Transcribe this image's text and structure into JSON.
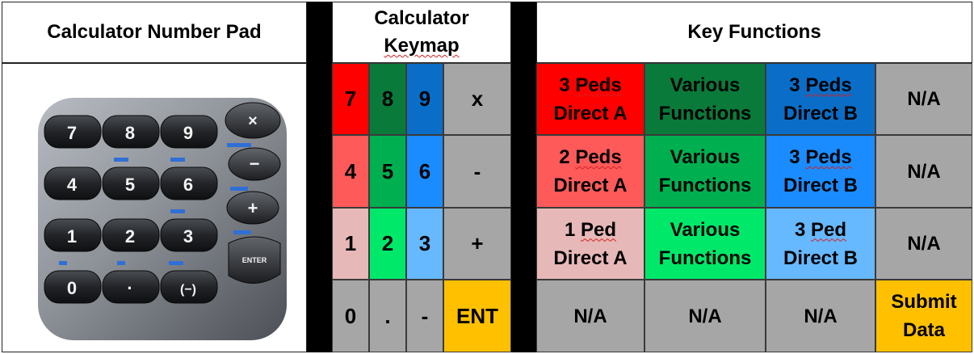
{
  "headers": {
    "pad": "Calculator Number Pad",
    "keymap_line1": "Calculator",
    "keymap_line2": "Keymap",
    "functions": "Key Functions"
  },
  "colors": {
    "red": "#fe0000",
    "dark_green": "#0a7a3a",
    "dark_blue": "#0a6ec8",
    "gray": "#a6a6a6",
    "salmon": "#ff5a5a",
    "green": "#00b050",
    "blue": "#1a8cff",
    "pink": "#e6b8b7",
    "light_green": "#00e86a",
    "light_blue": "#66b8ff",
    "gold": "#ffc000"
  },
  "keymap": [
    [
      {
        "t": "7",
        "c": "red"
      },
      {
        "t": "8",
        "c": "dark_green"
      },
      {
        "t": "9",
        "c": "dark_blue"
      },
      {
        "t": "x",
        "c": "gray"
      }
    ],
    [
      {
        "t": "4",
        "c": "salmon"
      },
      {
        "t": "5",
        "c": "green"
      },
      {
        "t": "6",
        "c": "blue"
      },
      {
        "t": "-",
        "c": "gray"
      }
    ],
    [
      {
        "t": "1",
        "c": "pink"
      },
      {
        "t": "2",
        "c": "light_green"
      },
      {
        "t": "3",
        "c": "light_blue"
      },
      {
        "t": "+",
        "c": "gray"
      }
    ],
    [
      {
        "t": "0",
        "c": "gray"
      },
      {
        "t": ".",
        "c": "gray"
      },
      {
        "t": "-",
        "c": "gray"
      },
      {
        "t": "ENT",
        "c": "gold"
      }
    ]
  ],
  "functions": [
    [
      {
        "a": "3 Peds",
        "b": "Direct A",
        "c": "red"
      },
      {
        "a": "Various",
        "b": "Functions",
        "c": "dark_green"
      },
      {
        "a": "3 Peds",
        "b": "Direct B",
        "c": "dark_blue"
      },
      {
        "a": "N/A",
        "b": "",
        "c": "gray"
      }
    ],
    [
      {
        "a": "2 Peds",
        "b": "Direct A",
        "c": "salmon"
      },
      {
        "a": "Various",
        "b": "Functions",
        "c": "green"
      },
      {
        "a": "3 Peds",
        "b": "Direct B",
        "c": "blue"
      },
      {
        "a": "N/A",
        "b": "",
        "c": "gray"
      }
    ],
    [
      {
        "a": "1 Ped",
        "b": "Direct A",
        "c": "pink"
      },
      {
        "a": "Various",
        "b": "Functions",
        "c": "light_green"
      },
      {
        "a": "3 Ped",
        "b": "Direct B",
        "c": "light_blue"
      },
      {
        "a": "N/A",
        "b": "",
        "c": "gray"
      }
    ],
    [
      {
        "a": "N/A",
        "b": "",
        "c": "gray"
      },
      {
        "a": "N/A",
        "b": "",
        "c": "gray"
      },
      {
        "a": "N/A",
        "b": "",
        "c": "gray"
      },
      {
        "a": "Submit",
        "b": "Data",
        "c": "gold"
      }
    ]
  ],
  "pad_keys": {
    "row1": [
      "7",
      "8",
      "9"
    ],
    "row2": [
      "4",
      "5",
      "6"
    ],
    "row3": [
      "1",
      "2",
      "3"
    ],
    "row4": [
      "0",
      "·",
      "(−)"
    ],
    "side": [
      "×",
      "−",
      "+",
      "ENTER"
    ]
  }
}
